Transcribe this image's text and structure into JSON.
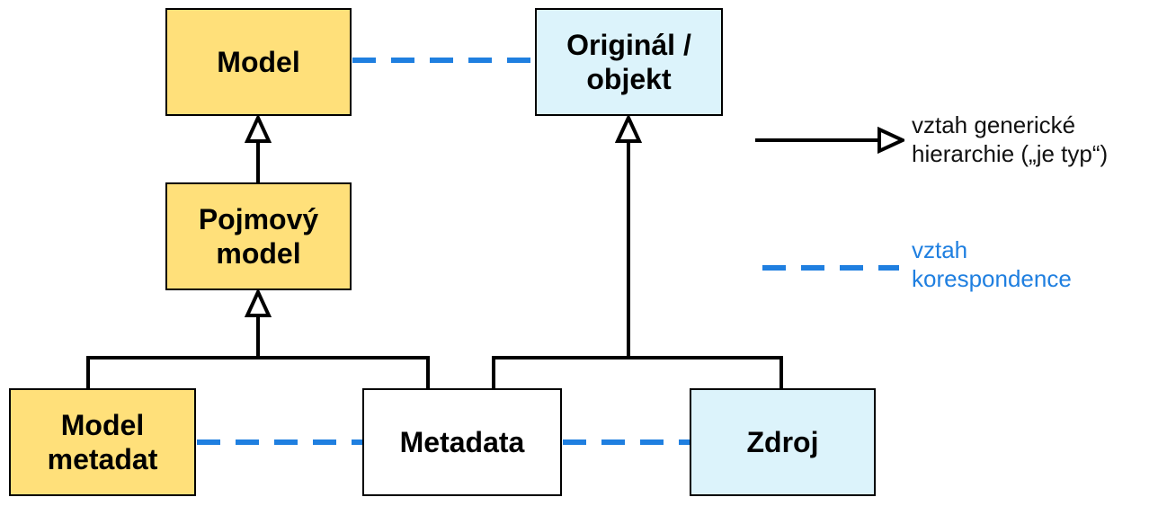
{
  "nodes": {
    "model": "Model",
    "original": "Originál /\nobjekt",
    "pojmovy_model": "Pojmový\nmodel",
    "model_metadat": "Model\nmetadat",
    "metadata": "Metadata",
    "zdroj": "Zdroj"
  },
  "legend": {
    "generic": "vztah generické\nhierarchie  („je typ“)",
    "correspondence": "vztah\nkorespondence"
  },
  "colors": {
    "model_fill": "#ffe07a",
    "object_fill": "#dcf3fb",
    "correspondence_line": "#1f7fe0",
    "generic_line": "#000000"
  }
}
